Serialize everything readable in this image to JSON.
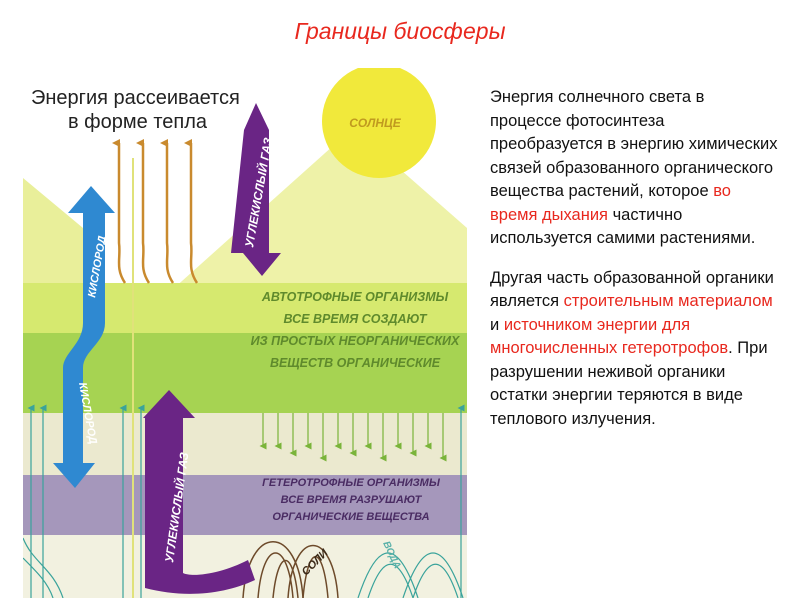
{
  "slide": {
    "title": "Границы биосферы"
  },
  "diagram": {
    "heat_label_line1": "Энергия рассеивается",
    "heat_label_line2": "в форме тепла",
    "sun_label": "СОЛНЦЕ",
    "co2_top_label": "УГЛЕКИСЛЫЙ ГАЗ",
    "co2_bottom_label": "УГЛЕКИСЛЫЙ ГАЗ",
    "oxygen_top_label": "КИСЛОРОД",
    "oxygen_bottom_label": "КИСЛОРОД",
    "autotroph_lines": [
      "АВТОТРОФНЫЕ ОРГАНИЗМЫ",
      "ВСЕ ВРЕМЯ СОЗДАЮТ",
      "ИЗ ПРОСТЫХ НЕОРГАНИЧЕСКИХ",
      "ВЕЩЕСТВ ОРГАНИЧЕСКИЕ"
    ],
    "heterotroph_lines": [
      "ГЕТЕРОТРОФНЫЕ ОРГАНИЗМЫ",
      "ВСЕ ВРЕМЯ РАЗРУШАЮТ",
      "ОРГАНИЧЕСКИЕ ВЕЩЕСТВА"
    ],
    "salt_label": "СОЛИ",
    "water_label": "ВОДА",
    "colors": {
      "sun": "#f1e93b",
      "light_green": "#cfe56a",
      "green": "#9fd14f",
      "purple_band": "#9c8fb6",
      "blue_arrow": "#2f89d1",
      "purple_arrow": "#6a2585",
      "heat_arrow": "#c98a2e",
      "accent_red": "#e8281e"
    }
  },
  "text": {
    "p1_part1": "Энергия солнечного света в процессе фотосинтеза преобразуется в энергию химических связей образованного органического вещества растений, которое ",
    "p1_highlight": "во время дыхания",
    "p1_part2": " частично используется самими растениями.",
    "p2_part1": "Другая часть образованной органики является ",
    "p2_highlight1": "строительным материалом",
    "p2_part2": " и ",
    "p2_highlight2": "источником энергии для многочисленных гетеротрофов",
    "p2_part3": ". При разрушении неживой органики остатки энергии теряются в виде теплового излучения."
  }
}
